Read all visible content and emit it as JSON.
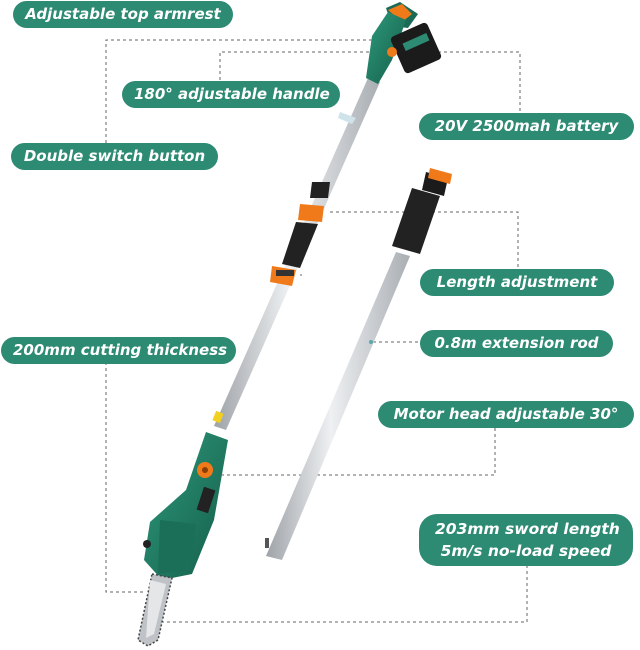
{
  "labels": {
    "top_armrest": "Adjustable top armrest",
    "handle": "180° adjustable handle",
    "battery": "20V 2500mah battery",
    "switch": "Double switch button",
    "length_adj": "Length adjustment",
    "cutting": "200mm cutting thickness",
    "extension": "0.8m extension rod",
    "motor": "Motor head adjustable 30°",
    "sword_line1": "203mm sword length",
    "sword_line2": "5m/s no-load speed"
  },
  "colors": {
    "label_bg": "#2d8a73",
    "tool_green": "#1f7a62",
    "accent_orange": "#f07a1a",
    "grip_black": "#222222",
    "rod_silver": "#c9cdd2"
  }
}
